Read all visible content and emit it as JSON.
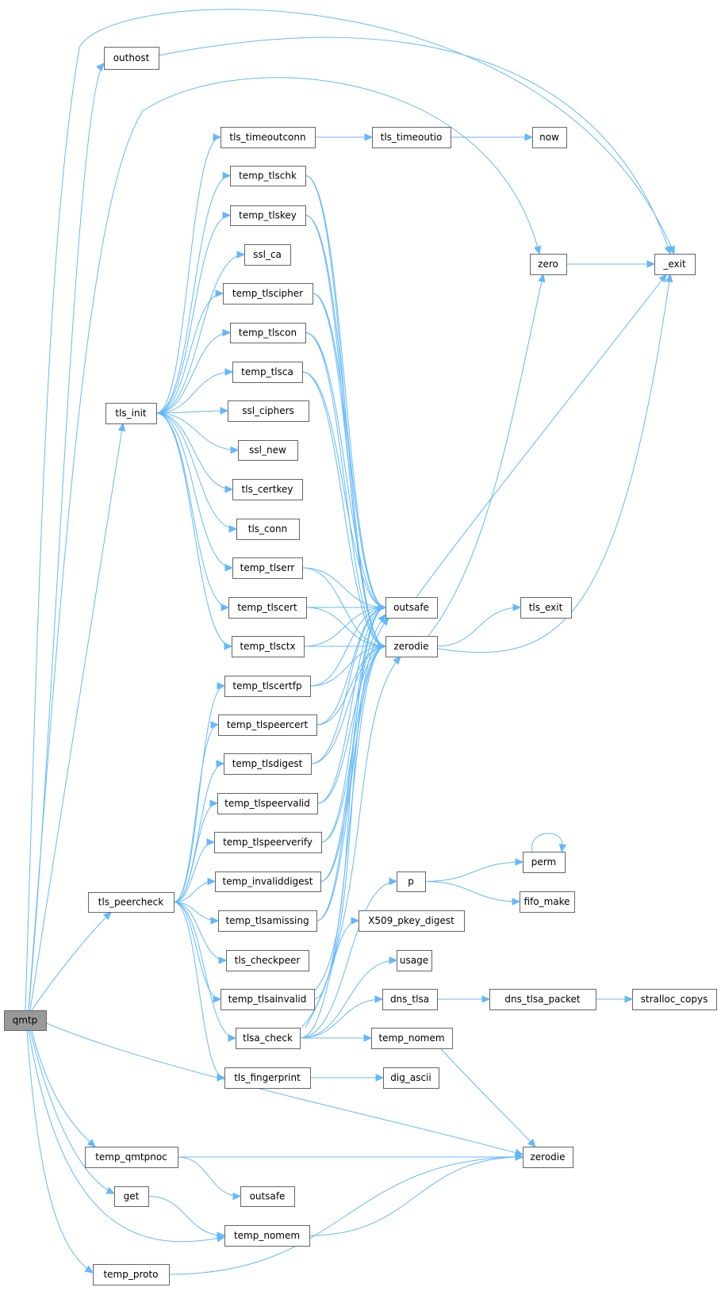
{
  "title": "",
  "colors": {
    "edge": "#63b8ff",
    "node_border": "#666666",
    "root_fill": "#999999",
    "node_fill": "#ffffff"
  },
  "nodes": {
    "qmtp": "qmtp",
    "outhost": "outhost",
    "tls_init": "tls_init",
    "tls_peercheck": "tls_peercheck",
    "temp_qmtpnoc": "temp_qmtpnoc",
    "get": "get",
    "temp_proto": "temp_proto",
    "tls_timeoutconn": "tls_timeoutconn",
    "temp_tlschk": "temp_tlschk",
    "temp_tlskey": "temp_tlskey",
    "ssl_ca": "ssl_ca",
    "temp_tlscipher": "temp_tlscipher",
    "temp_tlscon": "temp_tlscon",
    "temp_tlsca": "temp_tlsca",
    "ssl_ciphers": "ssl_ciphers",
    "ssl_new": "ssl_new",
    "tls_certkey": "tls_certkey",
    "tls_conn": "tls_conn",
    "temp_tlserr": "temp_tlserr",
    "temp_tlscert": "temp_tlscert",
    "temp_tlsctx": "temp_tlsctx",
    "temp_tlscertfp": "temp_tlscertfp",
    "temp_tlspeercert": "temp_tlspeercert",
    "temp_tlsdigest": "temp_tlsdigest",
    "temp_tlspeervalid": "temp_tlspeervalid",
    "temp_tlspeerverify": "temp_tlspeerverify",
    "temp_invaliddigest": "temp_invaliddigest",
    "temp_tlsamissing": "temp_tlsamissing",
    "tls_checkpeer": "tls_checkpeer",
    "temp_tlsainvalid": "temp_tlsainvalid",
    "tlsa_check": "tlsa_check",
    "tls_fingerprint": "tls_fingerprint",
    "outsafe_b": "outsafe",
    "temp_nomem_b": "temp_nomem",
    "tls_timeoutio": "tls_timeoutio",
    "outsafe": "outsafe",
    "zerodie_a": "zerodie",
    "p": "p",
    "X509_pkey_digest": "X509_pkey_digest",
    "usage": "usage",
    "dns_tlsa": "dns_tlsa",
    "temp_nomem_a": "temp_nomem",
    "dig_ascii": "dig_ascii",
    "now": "now",
    "zero": "zero",
    "tls_exit": "tls_exit",
    "perm": "perm",
    "fifo_make": "fifo_make",
    "dns_tlsa_packet": "dns_tlsa_packet",
    "zerodie_b": "zerodie",
    "_exit": "_exit",
    "stralloc_copys": "stralloc_copys"
  },
  "edges": [
    [
      "qmtp",
      "outhost"
    ],
    [
      "qmtp",
      "_exit"
    ],
    [
      "qmtp",
      "zero"
    ],
    [
      "qmtp",
      "tls_init"
    ],
    [
      "qmtp",
      "tls_peercheck"
    ],
    [
      "qmtp",
      "zerodie_b"
    ],
    [
      "qmtp",
      "temp_qmtpnoc"
    ],
    [
      "qmtp",
      "get"
    ],
    [
      "qmtp",
      "temp_nomem_b"
    ],
    [
      "qmtp",
      "temp_proto"
    ],
    [
      "outhost",
      "_exit"
    ],
    [
      "tls_init",
      "tls_timeoutconn"
    ],
    [
      "tls_init",
      "temp_tlschk"
    ],
    [
      "tls_init",
      "temp_tlskey"
    ],
    [
      "tls_init",
      "ssl_ca"
    ],
    [
      "tls_init",
      "temp_tlscipher"
    ],
    [
      "tls_init",
      "temp_tlscon"
    ],
    [
      "tls_init",
      "temp_tlsca"
    ],
    [
      "tls_init",
      "ssl_ciphers"
    ],
    [
      "tls_init",
      "ssl_new"
    ],
    [
      "tls_init",
      "tls_certkey"
    ],
    [
      "tls_init",
      "tls_conn"
    ],
    [
      "tls_init",
      "temp_tlserr"
    ],
    [
      "tls_init",
      "temp_tlscert"
    ],
    [
      "tls_init",
      "temp_tlsctx"
    ],
    [
      "tls_timeoutconn",
      "tls_timeoutio"
    ],
    [
      "tls_timeoutio",
      "now"
    ],
    [
      "temp_tlschk",
      "outsafe"
    ],
    [
      "temp_tlschk",
      "zerodie_a"
    ],
    [
      "temp_tlskey",
      "outsafe"
    ],
    [
      "temp_tlskey",
      "zerodie_a"
    ],
    [
      "temp_tlscipher",
      "outsafe"
    ],
    [
      "temp_tlscipher",
      "zerodie_a"
    ],
    [
      "temp_tlscon",
      "outsafe"
    ],
    [
      "temp_tlscon",
      "zerodie_a"
    ],
    [
      "temp_tlsca",
      "outsafe"
    ],
    [
      "temp_tlsca",
      "zerodie_a"
    ],
    [
      "temp_tlserr",
      "outsafe"
    ],
    [
      "temp_tlserr",
      "zerodie_a"
    ],
    [
      "temp_tlscert",
      "outsafe"
    ],
    [
      "temp_tlscert",
      "zerodie_a"
    ],
    [
      "temp_tlsctx",
      "outsafe"
    ],
    [
      "temp_tlsctx",
      "zerodie_a"
    ],
    [
      "tls_peercheck",
      "temp_tlscertfp"
    ],
    [
      "tls_peercheck",
      "temp_tlspeercert"
    ],
    [
      "tls_peercheck",
      "temp_tlsdigest"
    ],
    [
      "tls_peercheck",
      "temp_tlspeervalid"
    ],
    [
      "tls_peercheck",
      "temp_tlspeerverify"
    ],
    [
      "tls_peercheck",
      "temp_invaliddigest"
    ],
    [
      "tls_peercheck",
      "temp_tlsamissing"
    ],
    [
      "tls_peercheck",
      "tls_checkpeer"
    ],
    [
      "tls_peercheck",
      "temp_tlsainvalid"
    ],
    [
      "tls_peercheck",
      "tlsa_check"
    ],
    [
      "tls_peercheck",
      "tls_fingerprint"
    ],
    [
      "temp_tlscertfp",
      "outsafe"
    ],
    [
      "temp_tlscertfp",
      "zerodie_a"
    ],
    [
      "temp_tlspeercert",
      "outsafe"
    ],
    [
      "temp_tlspeercert",
      "zerodie_a"
    ],
    [
      "temp_tlsdigest",
      "outsafe"
    ],
    [
      "temp_tlsdigest",
      "zerodie_a"
    ],
    [
      "temp_tlspeervalid",
      "outsafe"
    ],
    [
      "temp_tlspeervalid",
      "zerodie_a"
    ],
    [
      "temp_tlspeerverify",
      "outsafe"
    ],
    [
      "temp_tlspeerverify",
      "zerodie_a"
    ],
    [
      "temp_invaliddigest",
      "outsafe"
    ],
    [
      "temp_invaliddigest",
      "zerodie_a"
    ],
    [
      "temp_tlsamissing",
      "outsafe"
    ],
    [
      "temp_tlsamissing",
      "zerodie_a"
    ],
    [
      "temp_tlsainvalid",
      "outsafe"
    ],
    [
      "temp_tlsainvalid",
      "zerodie_a"
    ],
    [
      "tlsa_check",
      "outsafe"
    ],
    [
      "tlsa_check",
      "zerodie_a"
    ],
    [
      "tlsa_check",
      "p"
    ],
    [
      "tlsa_check",
      "X509_pkey_digest"
    ],
    [
      "tlsa_check",
      "usage"
    ],
    [
      "tlsa_check",
      "dns_tlsa"
    ],
    [
      "tlsa_check",
      "temp_nomem_a"
    ],
    [
      "tls_fingerprint",
      "dig_ascii"
    ],
    [
      "outsafe",
      "_exit"
    ],
    [
      "zerodie_a",
      "tls_exit"
    ],
    [
      "zerodie_a",
      "zero"
    ],
    [
      "zerodie_a",
      "_exit"
    ],
    [
      "zero",
      "_exit"
    ],
    [
      "p",
      "perm"
    ],
    [
      "p",
      "fifo_make"
    ],
    [
      "perm",
      "perm"
    ],
    [
      "dns_tlsa",
      "dns_tlsa_packet"
    ],
    [
      "dns_tlsa_packet",
      "stralloc_copys"
    ],
    [
      "temp_nomem_a",
      "zerodie_b"
    ],
    [
      "temp_qmtpnoc",
      "zerodie_b"
    ],
    [
      "temp_qmtpnoc",
      "outsafe_b"
    ],
    [
      "get",
      "temp_nomem_b"
    ],
    [
      "temp_nomem_b",
      "zerodie_b"
    ],
    [
      "temp_proto",
      "zerodie_b"
    ]
  ]
}
